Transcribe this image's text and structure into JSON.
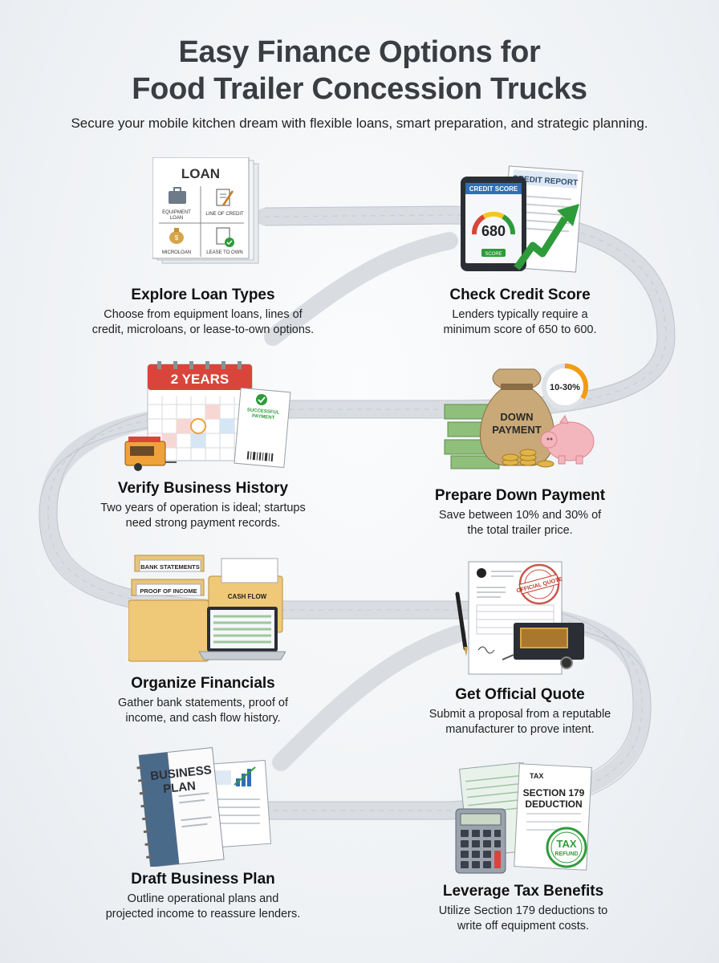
{
  "header": {
    "title_line1": "Easy Finance Options for",
    "title_line2": "Food Trailer Concession Trucks",
    "subtitle": "Secure your mobile kitchen dream with flexible loans, smart preparation, and strategic planning."
  },
  "colors": {
    "accent_green": "#2e9b3a",
    "accent_red": "#d9453a",
    "accent_blue": "#2f6fb5",
    "gauge_orange": "#f39c12"
  },
  "steps": [
    {
      "title": "Explore Loan Types",
      "desc_line1": "Choose from equipment loans, lines of",
      "desc_line2": "credit, microloans, or lease-to-own options.",
      "illus": {
        "heading": "LOAN",
        "cell1": "EQUIPMENT",
        "cell1b": "LOAN",
        "cell2": "LINE OF CREDIT",
        "cell3": "MICROLOAN",
        "cell4": "LEASE TO OWN",
        "icons": [
          "briefcase-icon",
          "pen-document-icon",
          "money-bag-icon",
          "check-document-icon"
        ]
      }
    },
    {
      "title": "Check Credit Score",
      "desc_line1": "Lenders typically require a",
      "desc_line2": "minimum score of 650 to 600.",
      "illus": {
        "screen_label": "CREDIT SCORE",
        "score": "680",
        "button": "SCORE",
        "report_label": "CREDIT REPORT",
        "icons": [
          "tablet-icon",
          "gauge-icon",
          "arrow-up-icon"
        ]
      }
    },
    {
      "title": "Verify Business History",
      "desc_line1": "Two years of operation is ideal; startups",
      "desc_line2": "need strong payment records.",
      "illus": {
        "calendar_label": "2 YEARS",
        "receipt_label": "SUCCESSFUL",
        "receipt_label2": "PAYMENT",
        "icons": [
          "calendar-icon",
          "receipt-icon",
          "food-trailer-icon"
        ]
      }
    },
    {
      "title": "Prepare Down Payment",
      "desc_line1": "Save between 10% and 30% of",
      "desc_line2": "the total trailer price.",
      "illus": {
        "bag_line1": "DOWN",
        "bag_line2": "PAYMENT",
        "ring_label": "10-30%",
        "icons": [
          "money-bag-icon",
          "piggy-bank-icon",
          "cash-stack-icon",
          "coins-icon"
        ]
      }
    },
    {
      "title": "Organize Financials",
      "desc_line1": "Gather bank statements, proof of",
      "desc_line2": "income, and cash flow history.",
      "illus": {
        "folder1": "BANK STATEMENTS",
        "folder2": "PROOF OF INCOME",
        "folder3": "CASH FLOW",
        "icons": [
          "folder-icon",
          "laptop-icon"
        ]
      }
    },
    {
      "title": "Get Official Quote",
      "desc_line1": "Submit a proposal from a reputable",
      "desc_line2": "manufacturer to prove intent.",
      "illus": {
        "stamp": "OFFICIAL QUOTE",
        "icons": [
          "quote-document-icon",
          "pen-icon",
          "food-trailer-icon",
          "stamp-icon"
        ]
      }
    },
    {
      "title": "Draft Business Plan",
      "desc_line1": "Outline operational plans and",
      "desc_line2": "projected income to reassure lenders.",
      "illus": {
        "cover_line1": "BUSINESS",
        "cover_line2": "PLAN",
        "icons": [
          "notebook-icon",
          "report-chart-icon"
        ]
      }
    },
    {
      "title": "Leverage Tax Benefits",
      "desc_line1": "Utilize Section 179 deductions to",
      "desc_line2": "write off equipment costs.",
      "illus": {
        "form_label": "TAX",
        "section_line1": "SECTION 179",
        "section_line2": "DEDUCTION",
        "seal_line1": "TAX",
        "seal_line2": "REFUND",
        "icons": [
          "tax-form-icon",
          "calculator-icon",
          "tax-seal-icon"
        ]
      }
    }
  ]
}
